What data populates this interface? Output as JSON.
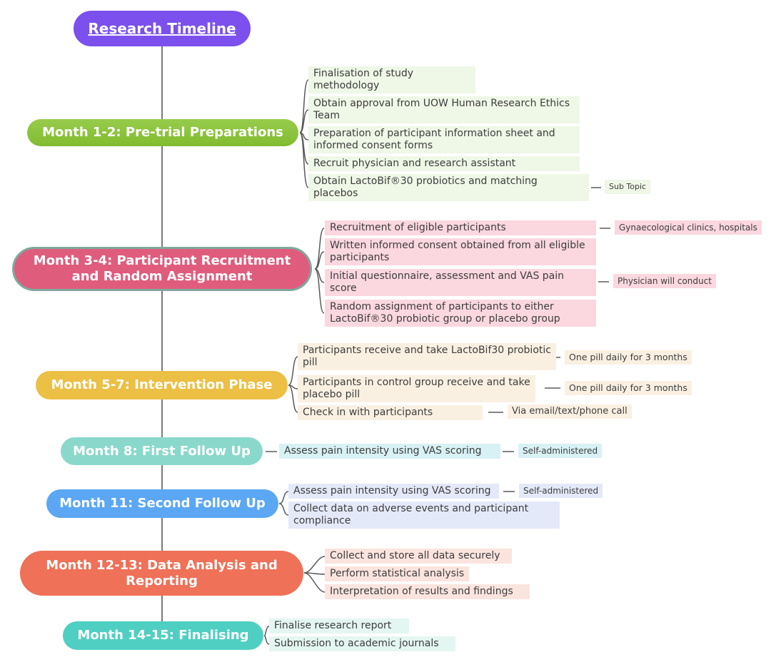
{
  "root": {
    "label": "Research Timeline"
  },
  "colors": {
    "root": "#7b50ec",
    "month_1_2": "#8cc63f",
    "month_3_4": "#e05c7d",
    "month_3_4_border": "#7ea99d",
    "month_5_7": "#ecbf45",
    "month_8": "#8ad8cc",
    "month_11": "#5ba7f3",
    "month_12_13": "#ee7158",
    "month_14_15": "#4fcfc2",
    "trunk_line": "#7a7a7a",
    "branch_line": "#5a5a5a"
  },
  "nodes": {
    "m1": {
      "label": "Month 1-2: Pre-trial Preparations",
      "items": [
        {
          "text": "Finalisation of study\nmethodology"
        },
        {
          "text": "Obtain approval from UOW Human Research Ethics\nTeam"
        },
        {
          "text": "Preparation of participant information sheet and\ninformed consent forms"
        },
        {
          "text": "Recruit physician and research assistant"
        },
        {
          "text": "Obtain LactoBif®30 probiotics and matching\nplacebos",
          "note": "Sub Topic"
        }
      ]
    },
    "m3": {
      "label": "Month 3-4: Participant Recruitment\nand Random Assignment",
      "items": [
        {
          "text": "Recruitment of eligible participants",
          "note": "Gynaecological clinics, hospitals"
        },
        {
          "text": "Written informed consent obtained from all eligible\nparticipants"
        },
        {
          "text": "Initial questionnaire, assessment and VAS pain\nscore",
          "note": "Physician will conduct"
        },
        {
          "text": "Random assignment of participants to either\nLactoBif®30 probiotic group or placebo group"
        }
      ]
    },
    "m5": {
      "label": "Month 5-7: Intervention Phase",
      "items": [
        {
          "text": "Participants receive and take LactoBif30 probiotic\npill",
          "note": "One pill daily for 3 months"
        },
        {
          "text": "Participants in control group receive and take\nplacebo pill",
          "note": "One pill daily for 3 months"
        },
        {
          "text": "Check in with participants",
          "note": "Via email/text/phone call"
        }
      ]
    },
    "m8": {
      "label": "Month 8: First Follow Up",
      "items": [
        {
          "text": "Assess pain intensity using VAS scoring",
          "note": "Self-administered"
        }
      ]
    },
    "m11": {
      "label": "Month 11: Second Follow Up",
      "items": [
        {
          "text": "Assess pain intensity using VAS scoring",
          "note": "Self-administered"
        },
        {
          "text": "Collect data on adverse events and participant\ncompliance"
        }
      ]
    },
    "m12": {
      "label": "Month 12-13: Data Analysis and\nReporting",
      "items": [
        {
          "text": "Collect and store all data securely"
        },
        {
          "text": "Perform statistical analysis"
        },
        {
          "text": "Interpretation of results and findings"
        }
      ]
    },
    "m14": {
      "label": "Month 14-15: Finalising",
      "items": [
        {
          "text": "Finalise research report"
        },
        {
          "text": "Submission to academic journals"
        }
      ]
    }
  }
}
